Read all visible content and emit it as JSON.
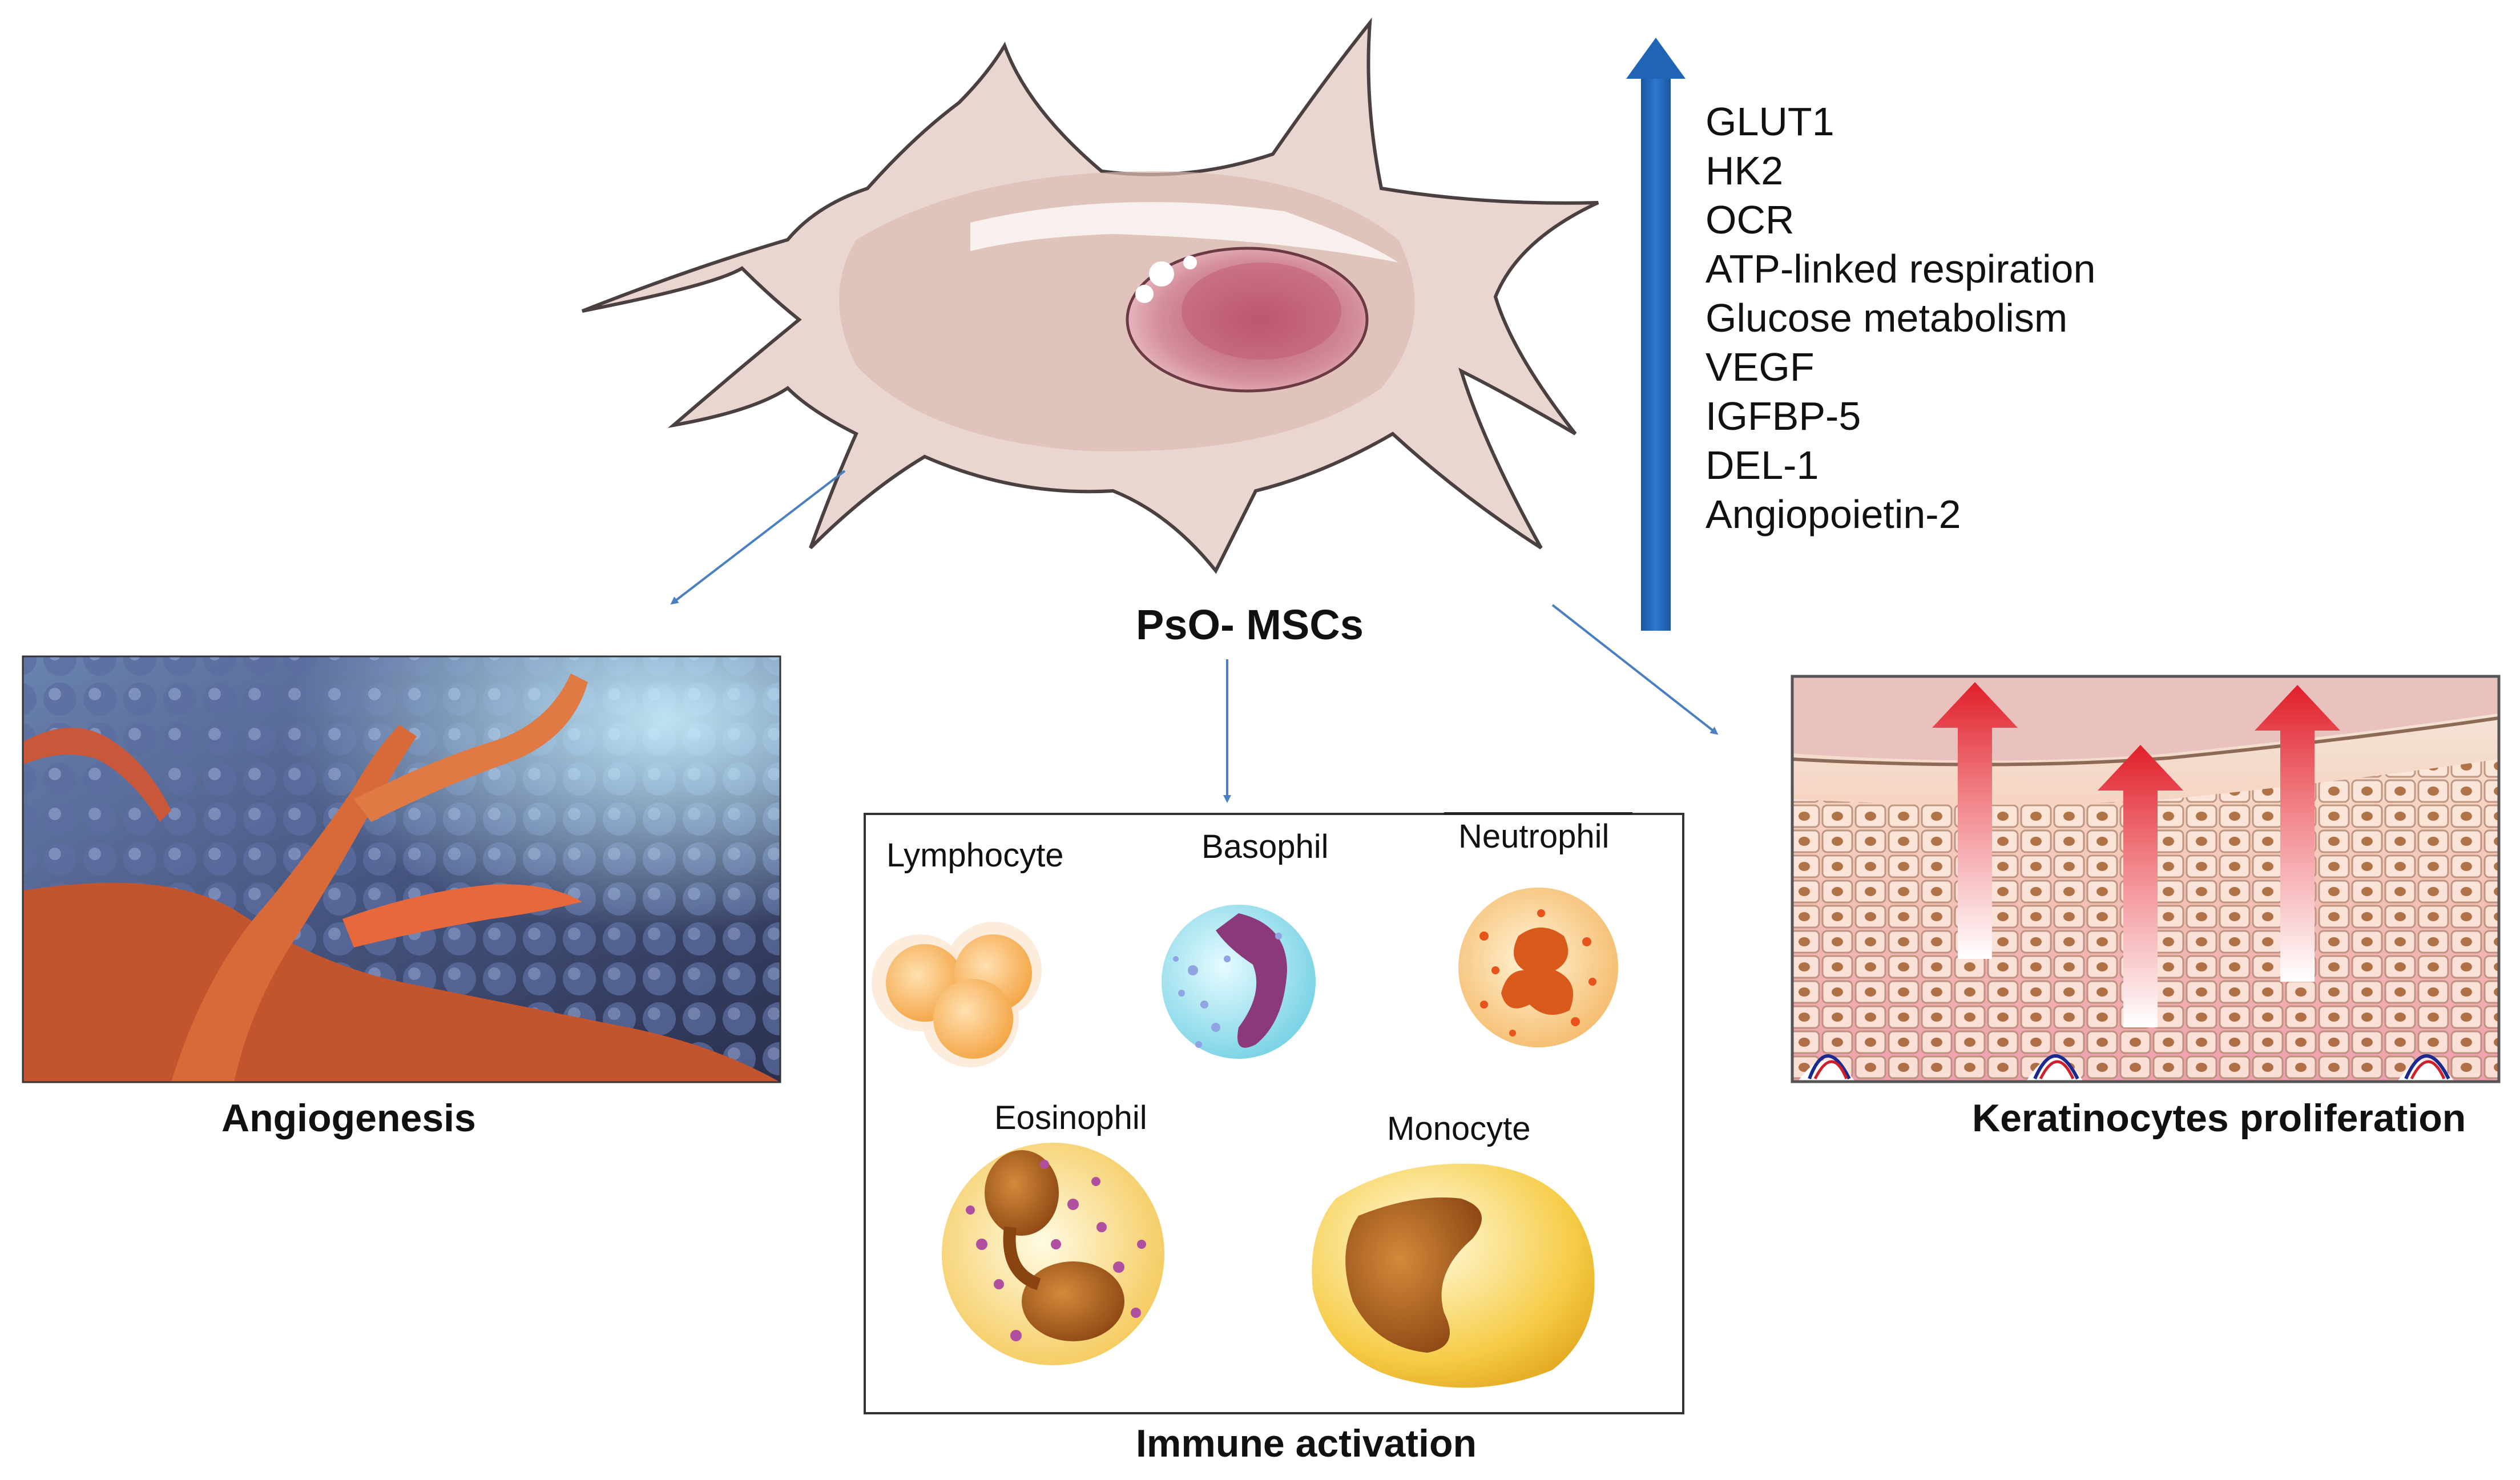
{
  "center": {
    "label": "PsO- MSCs"
  },
  "upregulated_markers": [
    "GLUT1",
    "HK2",
    "OCR",
    "ATP-linked respiration",
    "Glucose metabolism",
    "VEGF",
    "IGFBP-5",
    "DEL-1",
    "Angiopoietin-2"
  ],
  "outcomes": {
    "left": "Angiogenesis",
    "middle": "Immune activation",
    "right": "Keratinocytes proliferation"
  },
  "immune_cells": [
    {
      "name": "Lymphocyte"
    },
    {
      "name": "Basophil"
    },
    {
      "name": "Neutrophil"
    },
    {
      "name": "Eosinophil"
    },
    {
      "name": "Monocyte"
    }
  ],
  "colors": {
    "up_arrow": "#1f64b5",
    "connector": "#4a7fc1",
    "cell_body": "#ead6d0",
    "cell_outline": "#4a4040",
    "nucleus": "#c97f8e",
    "keratin_arrow": "#e8202a"
  }
}
